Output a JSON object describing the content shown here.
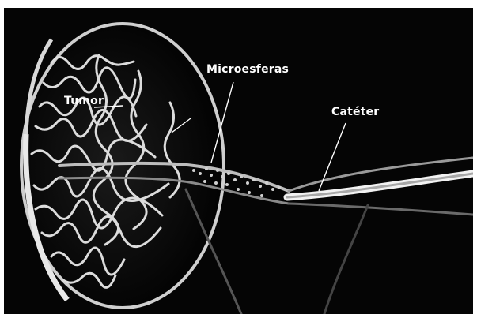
{
  "labels": {
    "tumor": "Tumor",
    "microspheres": "Microesferas",
    "catheter": "Catéter"
  }
}
